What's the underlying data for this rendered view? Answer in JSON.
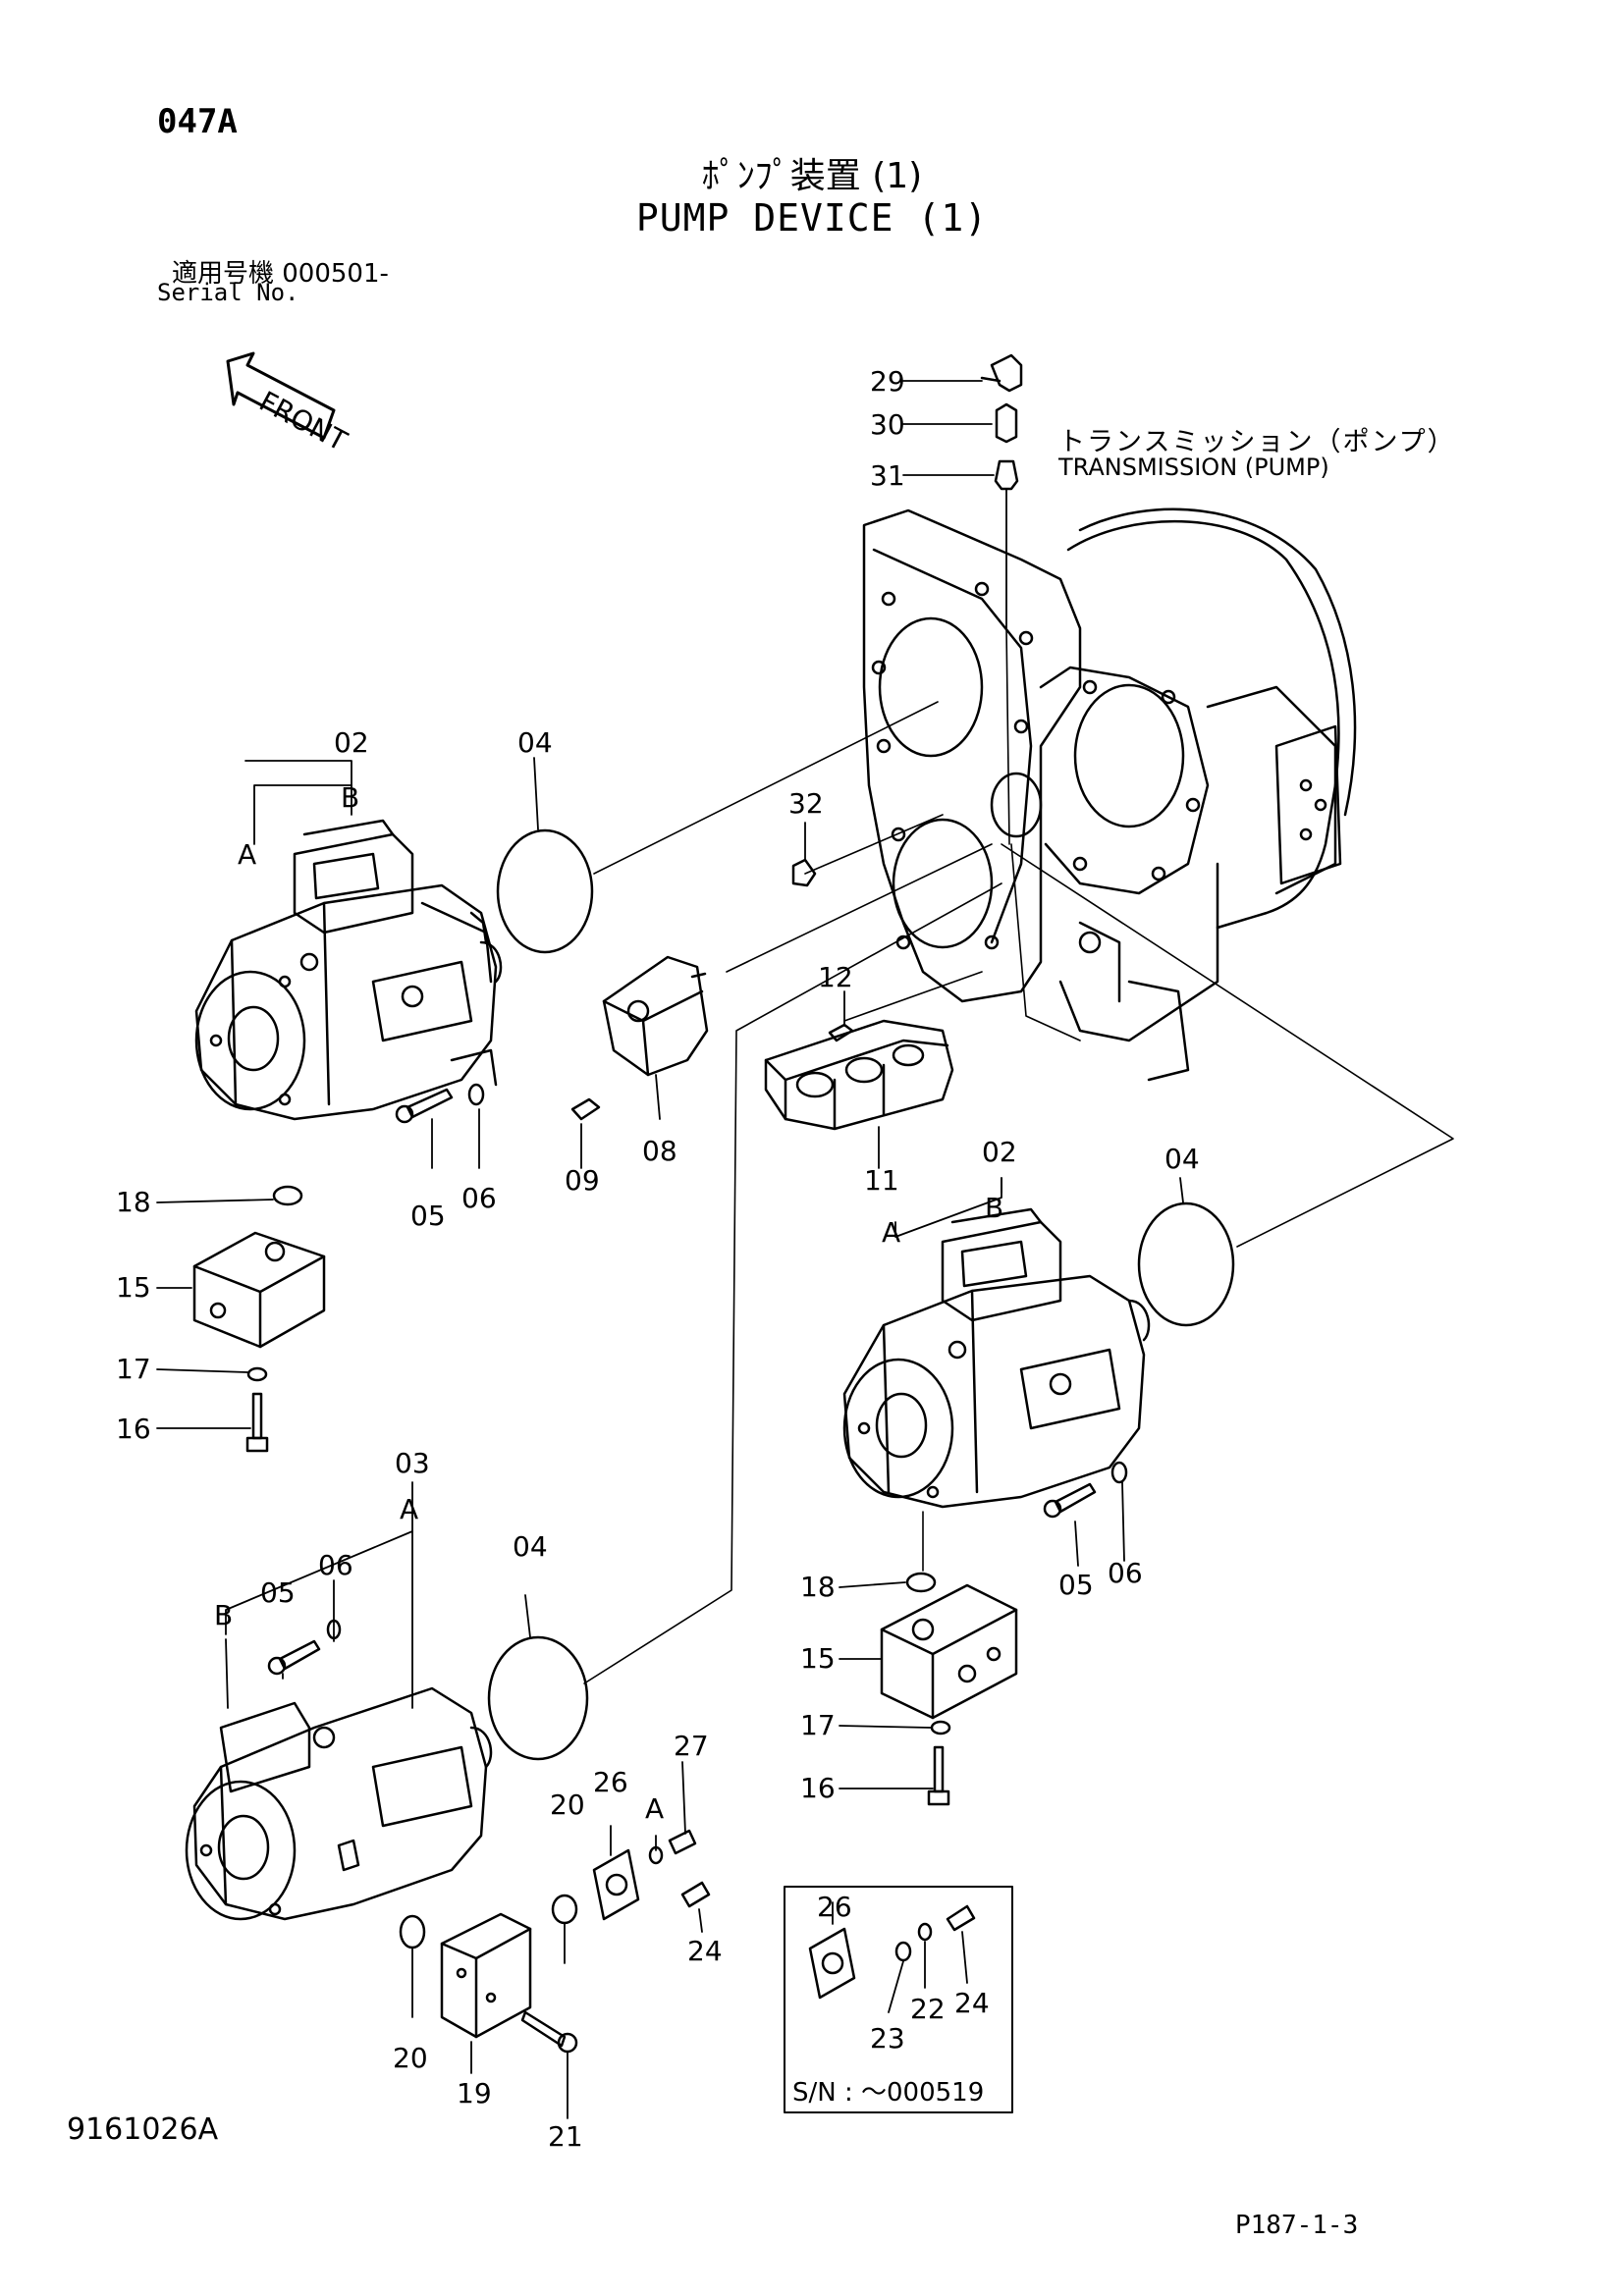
{
  "header": {
    "page_code": "047A",
    "title_jp": "ﾎﾟﾝﾌﾟ装置 (1)",
    "title_en": "PUMP DEVICE (1)",
    "serial_jp": "適用号機  000501-",
    "serial_en": "Serial No."
  },
  "front_marker": "FRONT",
  "transmission": {
    "label_jp": "トランスミッション（ポンプ）",
    "label_en": "TRANSMISSION (PUMP)"
  },
  "inset": {
    "serial_range": "S/N : ～000519"
  },
  "parts": {
    "p29": "29",
    "p30": "30",
    "p31": "31",
    "p32": "32",
    "p02a": "02",
    "p02b": "02",
    "p03": "03",
    "p04a": "04",
    "p04b": "04",
    "p04c": "04",
    "p05a": "05",
    "p05b": "05",
    "p05c": "05",
    "p06a": "06",
    "p06b": "06",
    "p06c": "06",
    "p08": "08",
    "p09": "09",
    "p11": "11",
    "p12": "12",
    "p15a": "15",
    "p15b": "15",
    "p16a": "16",
    "p16b": "16",
    "p17a": "17",
    "p17b": "17",
    "p18a": "18",
    "p18b": "18",
    "p19": "19",
    "p20a": "20",
    "p20b": "20",
    "p21": "21",
    "p22": "22",
    "p23": "23",
    "p24a": "24",
    "p24b": "24",
    "p26a": "26",
    "p26b": "26",
    "p27": "27"
  },
  "port_letters": {
    "a1": "A",
    "b1": "B",
    "a2": "A",
    "b2": "B",
    "a3": "A",
    "b3": "B",
    "a4": "A"
  },
  "footer": {
    "drawing_no": "9161026A",
    "page_ref": "P187-1-3"
  }
}
